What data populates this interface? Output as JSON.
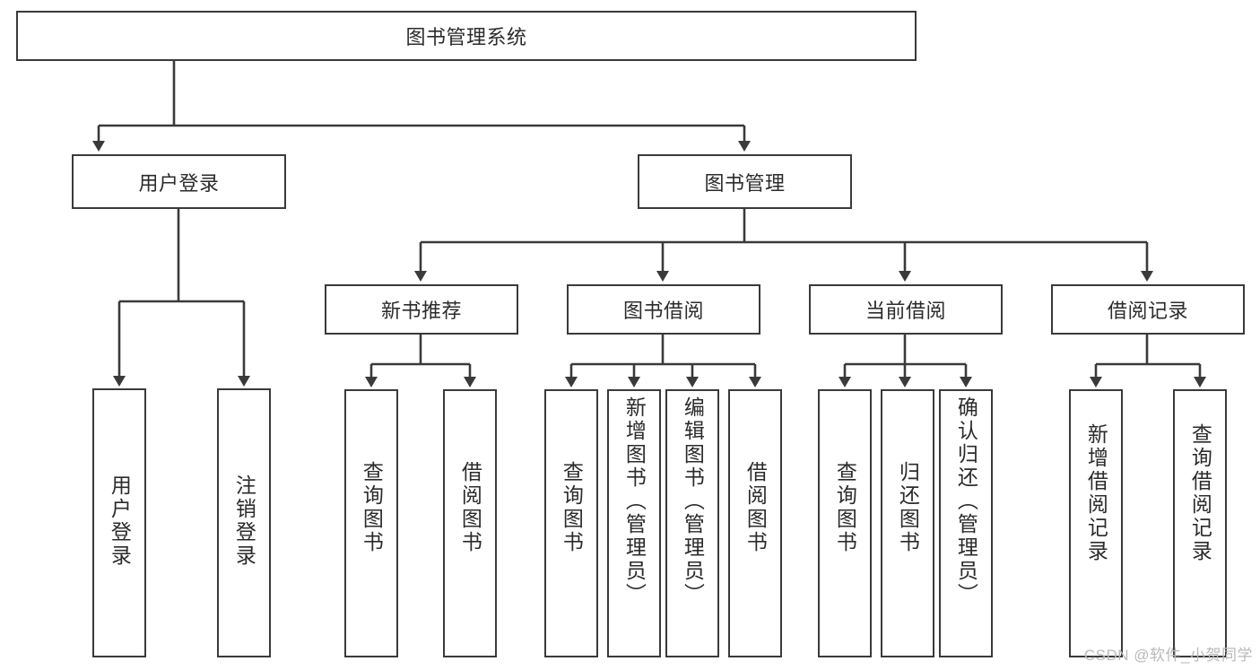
{
  "diagram": {
    "type": "tree-hierarchy-chart",
    "title": "图书管理系统",
    "line_color": "#3a3a3a",
    "box_fill": "#ffffff",
    "text_color": "#2b2b2b"
  },
  "root": {
    "label": "图书管理系统"
  },
  "level2": [
    {
      "label": "用户登录"
    },
    {
      "label": "图书管理"
    }
  ],
  "level3": [
    {
      "label": "新书推荐"
    },
    {
      "label": "图书借阅"
    },
    {
      "label": "当前借阅"
    },
    {
      "label": "借阅记录"
    }
  ],
  "leaves": {
    "user_login": [
      {
        "label": "用户登录"
      },
      {
        "label": "注销登录"
      }
    ],
    "new_book": [
      {
        "label": "查询图书"
      },
      {
        "label": "借阅图书"
      }
    ],
    "borrow": [
      {
        "label": "查询图书"
      },
      {
        "label": "新增图书（管理员）"
      },
      {
        "label": "编辑图书（管理员）"
      },
      {
        "label": "借阅图书"
      }
    ],
    "current": [
      {
        "label": "查询图书"
      },
      {
        "label": "归还图书"
      },
      {
        "label": "确认归还（管理员）"
      }
    ],
    "records": [
      {
        "label": "新增借阅记录"
      },
      {
        "label": "查询借阅记录"
      }
    ]
  },
  "watermark": {
    "text": "CSDN @软件_小贺同学"
  }
}
